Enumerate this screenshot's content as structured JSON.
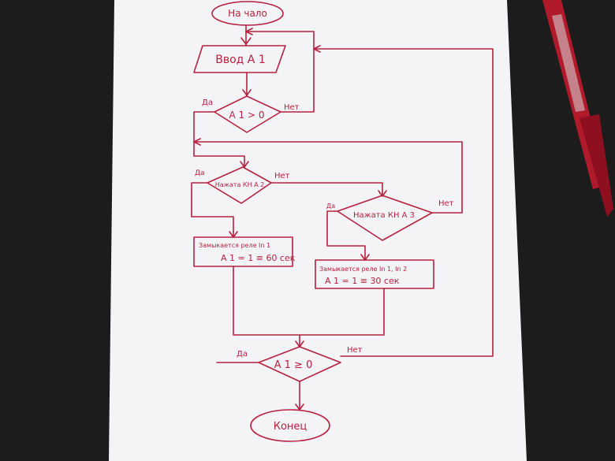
{
  "diagram": {
    "ink_color": "#b5213f",
    "paper_color": "#f4f4f6",
    "nodes": {
      "start": "На чало",
      "input": "Ввод  А 1",
      "check1": "А 1 > 0",
      "button2": "Нажата КН А 2",
      "button3": "Нажата КН А 3",
      "relay1_line1": "Замыкается реле  In 1",
      "relay1_line2": "А 1 = 1 ≡ 60 сек",
      "relay2_line1": "Замыкается реле  In 1, In 2",
      "relay2_line2": "А 1 = 1 ≡ 30 сек",
      "check2": "А 1 ≥ 0",
      "end": "Конец"
    },
    "labels": {
      "check1_yes": "Да",
      "check1_no": "Нет",
      "button2_yes": "Да",
      "button2_no": "Нет",
      "button3_yes": "Да",
      "button3_no": "Нет",
      "check2_yes": "Да",
      "check2_no": "Нет"
    }
  }
}
